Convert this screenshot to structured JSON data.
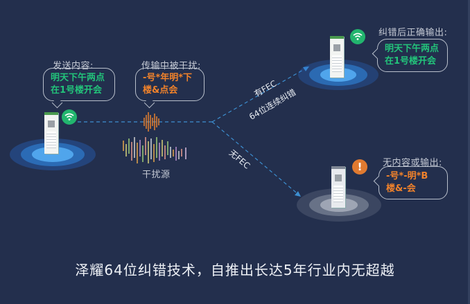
{
  "sender": {
    "label": "发送内容:",
    "message_line1": "明天下午两点",
    "message_line2": "在1号楼开会",
    "icon": "wifi-icon"
  },
  "interference": {
    "label": "传输中被干扰:",
    "message_line1": "-号*年明*下",
    "message_line2": "楼&点会",
    "source_label": "干扰源"
  },
  "with_fec": {
    "path_label_line1": "有FEC",
    "path_label_line2": "64位连续纠错",
    "label": "纠错后正确输出:",
    "message_line1": "明天下午两点",
    "message_line2": "在1号楼开会",
    "icon": "wifi-icon"
  },
  "without_fec": {
    "path_label": "无FEC",
    "label": "无内容或输出:",
    "message_line1": "-号*-明*B",
    "message_line2": "楼&-会",
    "icon": "warning-icon",
    "icon_glyph": "!"
  },
  "caption": "泽耀64位纠错技术，自推出长达5年行业内无超越",
  "colors": {
    "background": "#232f4d",
    "correct_text": "#23c37a",
    "corrupted_text": "#f0822b",
    "wifi_badge": "#22b56e",
    "warning_badge": "#e07a30",
    "path_line": "#3d8fd1"
  }
}
